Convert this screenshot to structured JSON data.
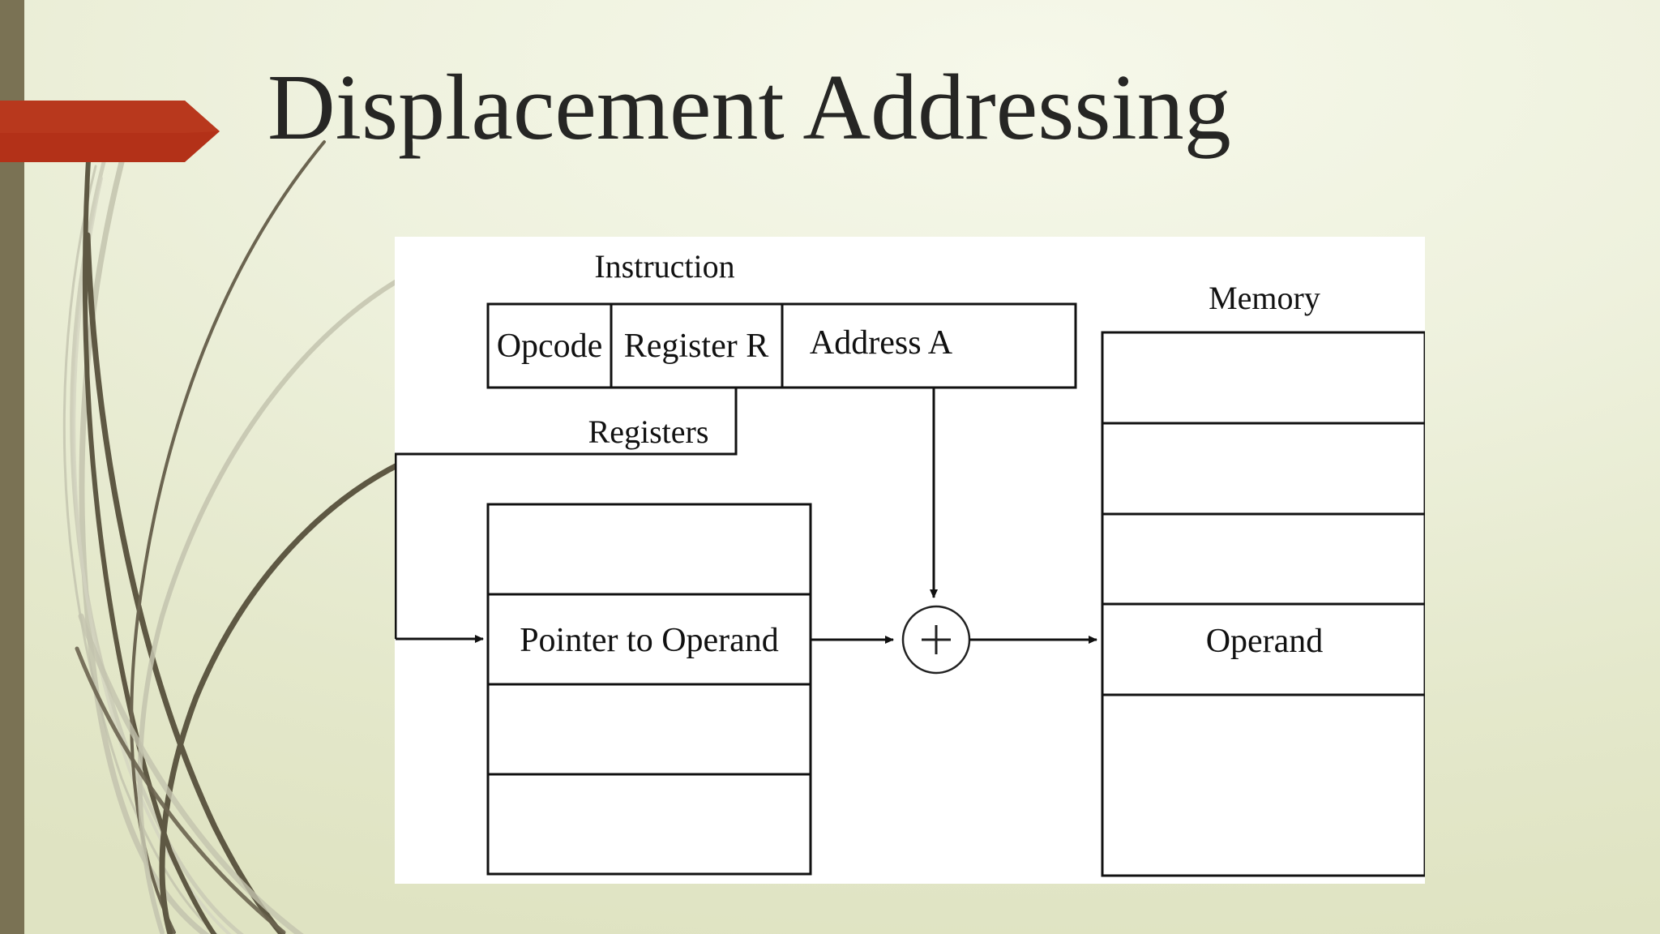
{
  "slide": {
    "title": "Displacement Addressing",
    "theme": {
      "background_light": "#eef1dd",
      "background_dark": "#dfe3c2",
      "left_bar": "#7a7254",
      "accent_red": "#b33118",
      "accent_red_dark": "#9c2a13",
      "canvas": "#ffffff",
      "ink": "#111111",
      "stem_dark": "#5e5843",
      "stem_light": "#c3c3ae"
    }
  },
  "diagram": {
    "instruction": {
      "label": "Instruction",
      "fields": [
        {
          "name": "opcode",
          "label": "Opcode"
        },
        {
          "name": "register",
          "label": "Register R"
        },
        {
          "name": "address",
          "label": "Address A"
        }
      ]
    },
    "registers": {
      "label": "Registers",
      "rows": [
        {
          "label": ""
        },
        {
          "label": "Pointer to Operand"
        },
        {
          "label": ""
        },
        {
          "label": ""
        }
      ]
    },
    "memory": {
      "label": "Memory",
      "rows": [
        {
          "label": ""
        },
        {
          "label": ""
        },
        {
          "label": "Operand"
        },
        {
          "label": ""
        },
        {
          "label": ""
        }
      ]
    },
    "adder": {
      "symbol": "+"
    }
  }
}
